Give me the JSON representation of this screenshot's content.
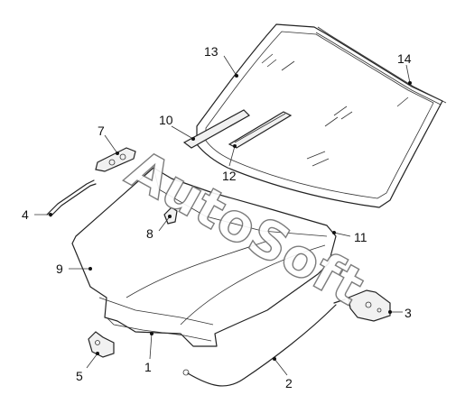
{
  "diagram": {
    "parts": [
      {
        "id": "1",
        "label": "1"
      },
      {
        "id": "2",
        "label": "2"
      },
      {
        "id": "3",
        "label": "3"
      },
      {
        "id": "4",
        "label": "4"
      },
      {
        "id": "5",
        "label": "5"
      },
      {
        "id": "7",
        "label": "7"
      },
      {
        "id": "8",
        "label": "8"
      },
      {
        "id": "9",
        "label": "9"
      },
      {
        "id": "10",
        "label": "10"
      },
      {
        "id": "11",
        "label": "11"
      },
      {
        "id": "12",
        "label": "12"
      },
      {
        "id": "13",
        "label": "13"
      },
      {
        "id": "14",
        "label": "14"
      }
    ],
    "watermark": "AutoSoft",
    "colors": {
      "line": "#222222",
      "background": "#ffffff",
      "part_fill": "#f1f1f1"
    }
  }
}
